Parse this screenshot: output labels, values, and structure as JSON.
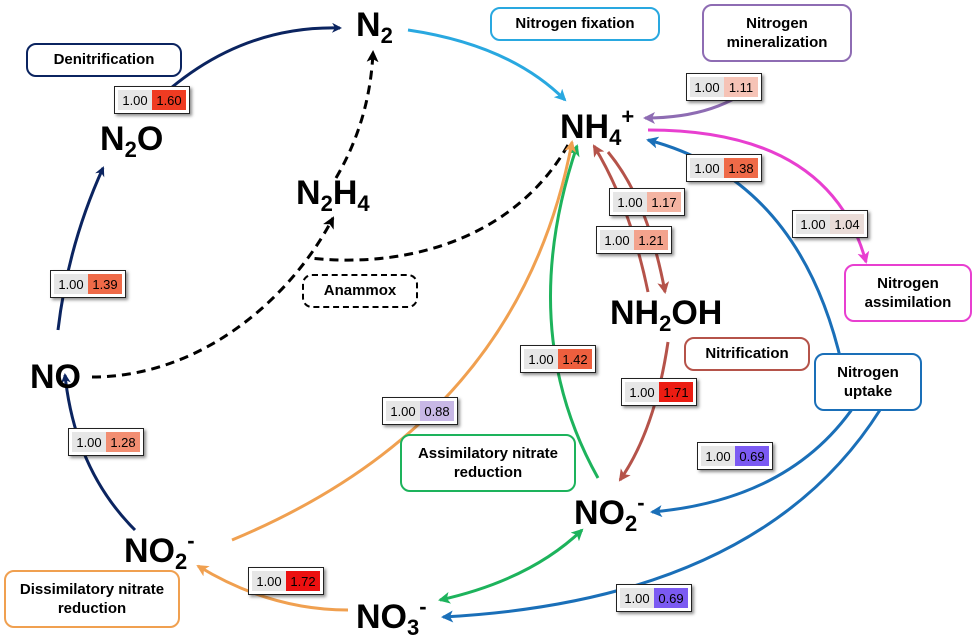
{
  "species": {
    "n2": {
      "main": "N",
      "sub": "2",
      "sup": ""
    },
    "n2o": {
      "main": "N",
      "sub": "2",
      "tail": "O"
    },
    "n2h4": {
      "main": "N",
      "sub": "2",
      "tail": "H",
      "sub2": "4"
    },
    "nh4": {
      "main": "NH",
      "sub": "4",
      "sup": "+"
    },
    "nh2oh": {
      "main": "NH",
      "sub": "2",
      "tail": "OH"
    },
    "no": {
      "main": "NO"
    },
    "no2_left": {
      "main": "NO",
      "sub": "2",
      "sup": "-"
    },
    "no2_right": {
      "main": "NO",
      "sub": "2",
      "sup": "-"
    },
    "no3": {
      "main": "NO",
      "sub": "3",
      "sup": "-"
    }
  },
  "processes": {
    "denitrification": "Denitrification",
    "nitrogen_fixation": "Nitrogen fixation",
    "nitrogen_mineralization": "Nitrogen mineralization",
    "anammox": "Anammox",
    "nitrogen_assimilation": "Nitrogen assimilation",
    "nitrification": "Nitrification",
    "nitrogen_uptake": "Nitrogen uptake",
    "assimilatory_nitrate_reduction": "Assimilatory nitrate reduction",
    "dissimilatory_nitrate_reduction": "Dissimilatory nitrate reduction"
  },
  "ratios": [
    {
      "id": "denitrification",
      "base": "1.00",
      "value": "1.60",
      "color": "#ef3b22"
    },
    {
      "id": "mineralization",
      "base": "1.00",
      "value": "1.11",
      "color": "#f6c3b6"
    },
    {
      "id": "uptake-nh4",
      "base": "1.00",
      "value": "1.38",
      "color": "#ef6a48"
    },
    {
      "id": "nitrification-1",
      "base": "1.00",
      "value": "1.17",
      "color": "#f4b4a2"
    },
    {
      "id": "nitrification-2",
      "base": "1.00",
      "value": "1.21",
      "color": "#f3a38d"
    },
    {
      "id": "assimilation",
      "base": "1.00",
      "value": "1.04",
      "color": "#eadcd8"
    },
    {
      "id": "no-to-n2o",
      "base": "1.00",
      "value": "1.39",
      "color": "#ef6a48"
    },
    {
      "id": "assimilatory-reduction",
      "base": "1.00",
      "value": "1.42",
      "color": "#ee5f3e"
    },
    {
      "id": "nitrification-3",
      "base": "1.00",
      "value": "1.71",
      "color": "#ec1c12"
    },
    {
      "id": "dnra",
      "base": "1.00",
      "value": "0.88",
      "color": "#c8b8e6"
    },
    {
      "id": "no2-to-no",
      "base": "1.00",
      "value": "1.28",
      "color": "#f28e72"
    },
    {
      "id": "uptake-no2",
      "base": "1.00",
      "value": "0.69",
      "color": "#7b5af2"
    },
    {
      "id": "dissimilatory",
      "base": "1.00",
      "value": "1.72",
      "color": "#ec1010"
    },
    {
      "id": "uptake-no3",
      "base": "1.00",
      "value": "0.69",
      "color": "#7b5af2"
    }
  ],
  "colors": {
    "denitrification": "#0b2460",
    "fixation": "#29a8e0",
    "mineralization": "#8e6cb3",
    "anammox": "#000000",
    "assimilation": "#e83fd0",
    "nitrification": "#b5534a",
    "uptake": "#1a6fb8",
    "assimilatory": "#1db35c",
    "dissimilatory": "#f0a050"
  }
}
